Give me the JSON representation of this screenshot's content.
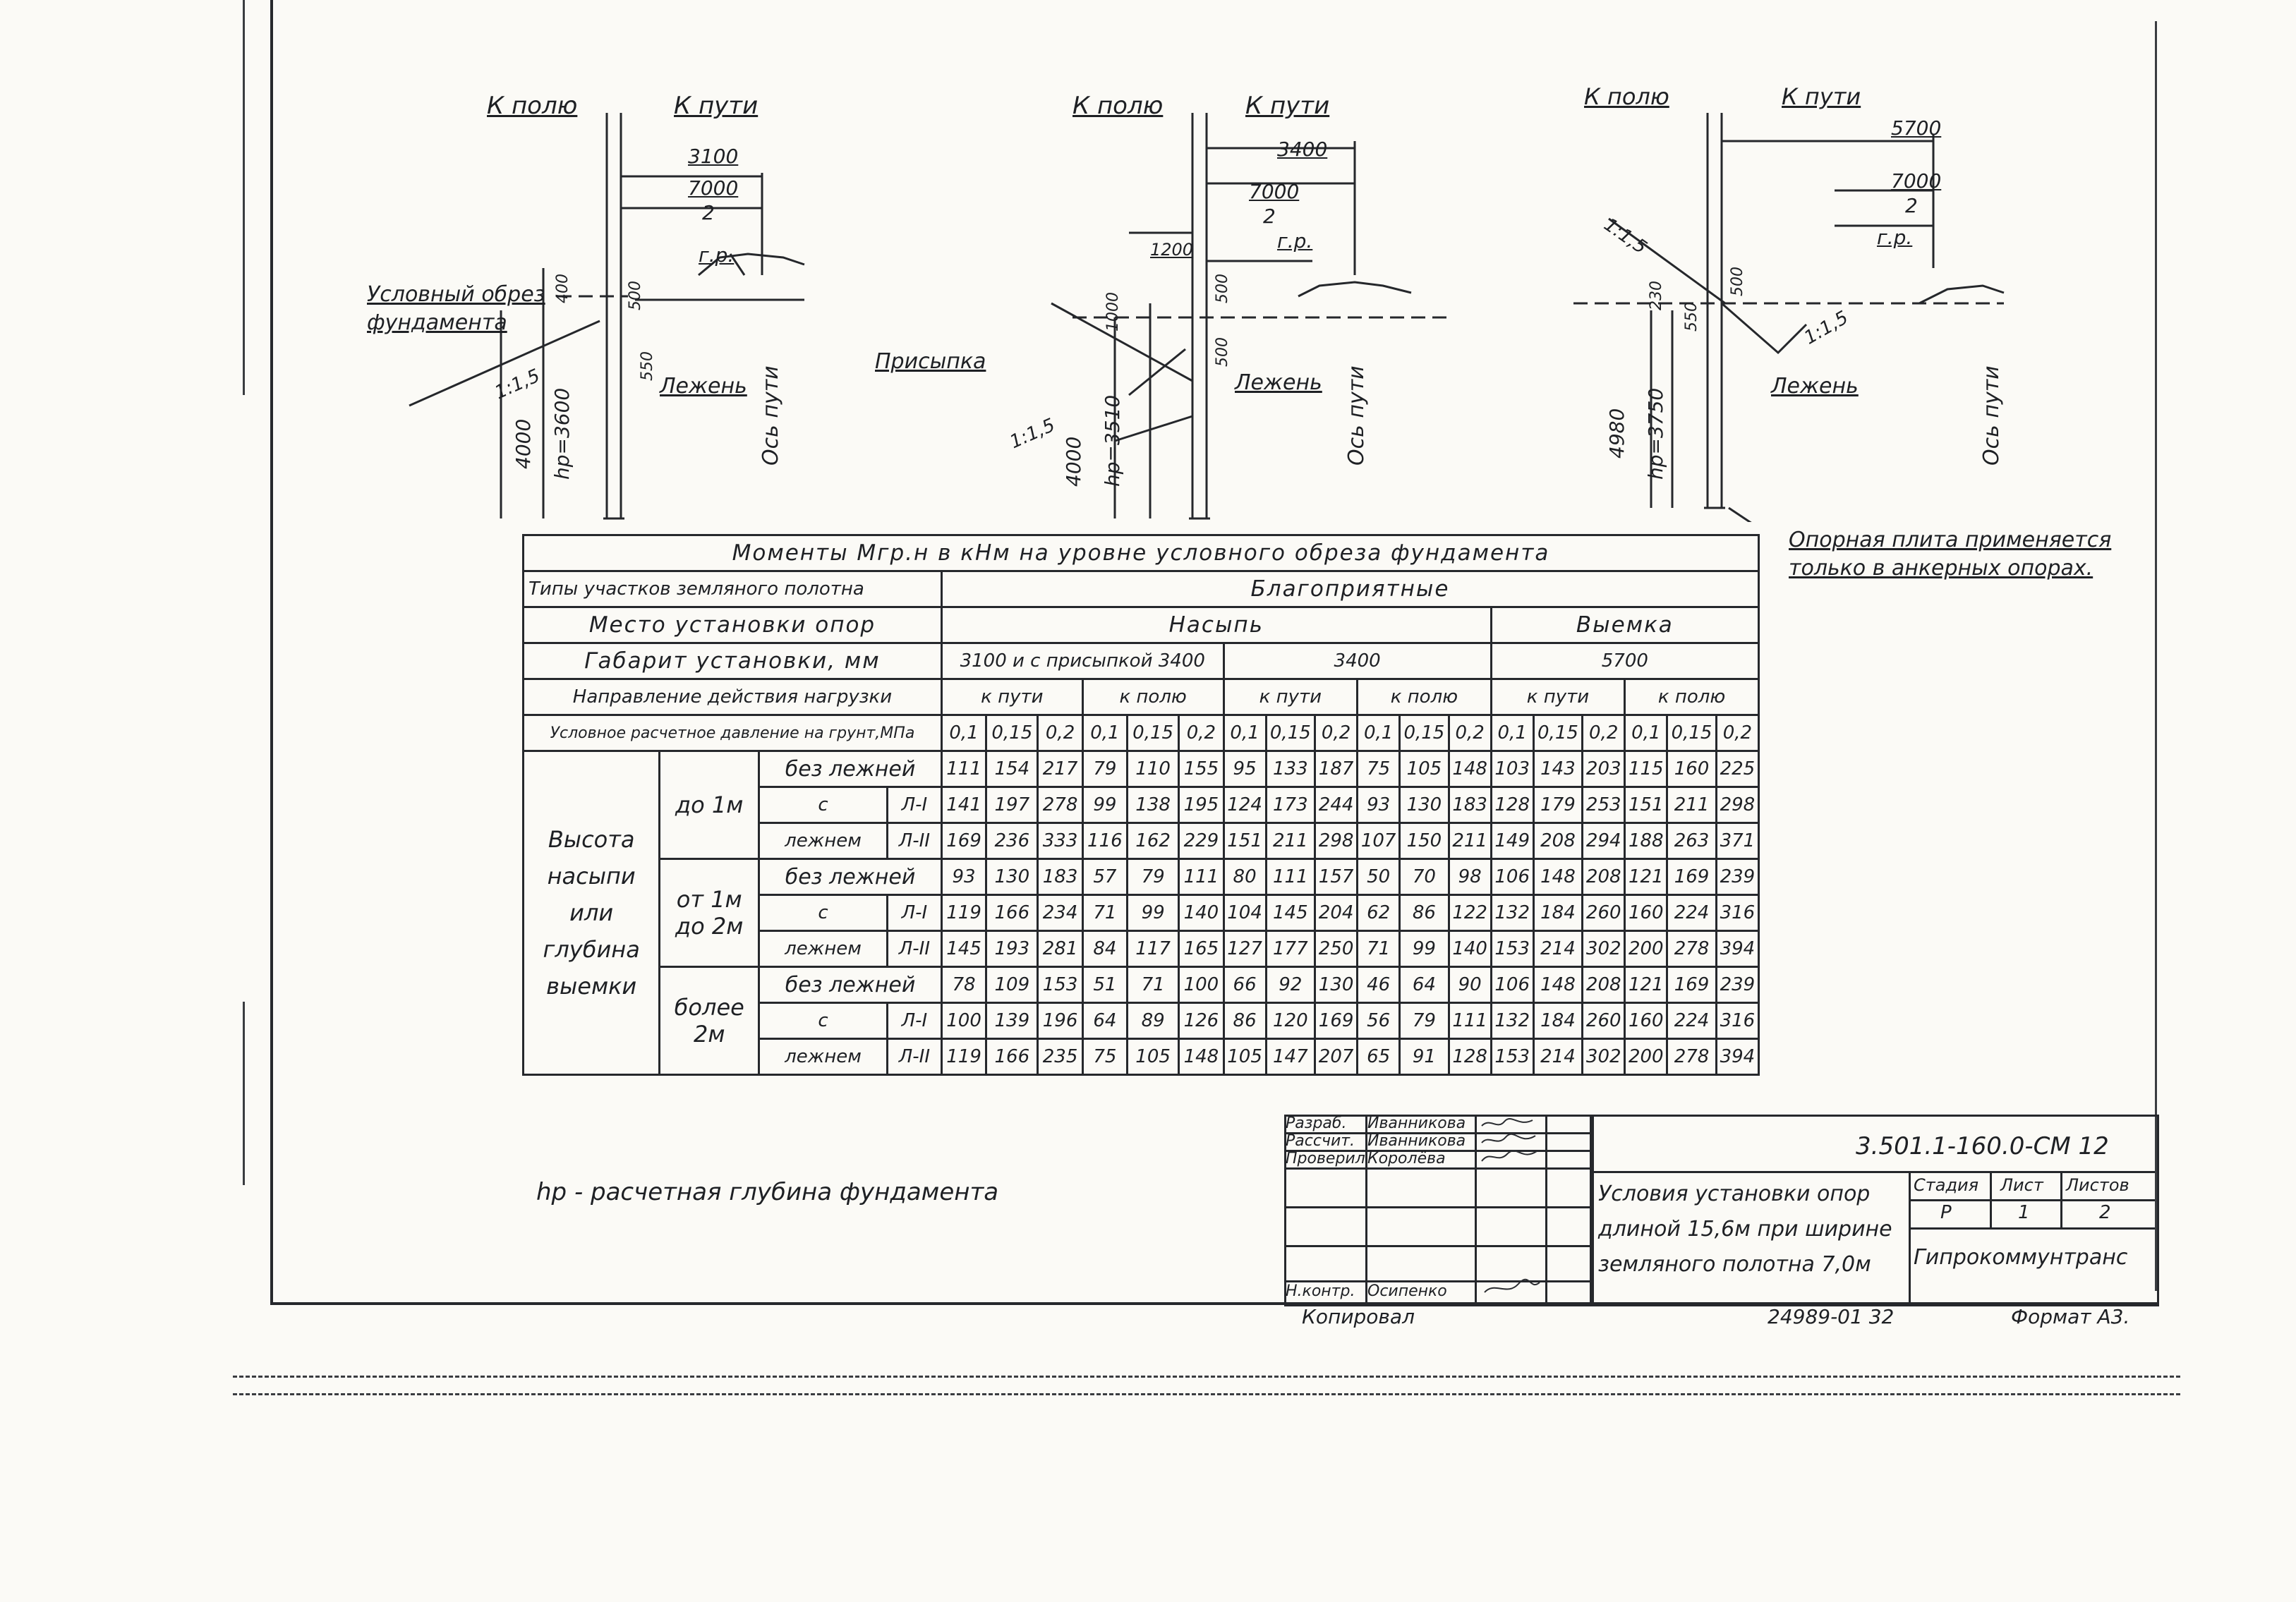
{
  "diagrams": [
    {
      "k_polyu": "К полю",
      "k_puti": "К пути",
      "dim_total": "3100",
      "dim_half_num": "7000",
      "dim_half_den": "2",
      "gr": "г.р.",
      "cond_cut_1": "Условный обрез",
      "cond_cut_2": "фундамента",
      "slope": "1:1,5",
      "lezhen": "Лежень",
      "os_puti": "Ось пути",
      "depth_total": "4000",
      "depth_hr": "hр=3600",
      "d400": "400",
      "d500": "500",
      "d550": "550"
    },
    {
      "k_polyu": "К полю",
      "k_puti": "К пути",
      "dim_total": "3400",
      "dim_half_num": "7000",
      "dim_half_den": "2",
      "gr": "г.р.",
      "dim_1200": "1200",
      "prisypka": "Присыпка",
      "slope": "1:1,5",
      "lezhen": "Лежень",
      "os_puti": "Ось пути",
      "depth_total": "4000",
      "depth_hr": "hр=3510",
      "d500a": "500",
      "d500b": "500",
      "d1000": "1000"
    },
    {
      "k_polyu": "К полю",
      "k_puti": "К пути",
      "dim_total": "5700",
      "dim_half_num": "7000",
      "dim_half_den": "2",
      "gr": "г.р.",
      "slope_left": "1:1,5",
      "slope_right": "1:1,5",
      "lezhen": "Лежень",
      "os_puti": "Ось пути",
      "depth_total": "4980",
      "depth_hr": "hр=3750",
      "d500": "500",
      "d550": "550",
      "d230": "230",
      "note_1": "Опорная плита применяется",
      "note_2": "только в анкерных опорах."
    }
  ],
  "table": {
    "title": "Моменты Mгр.н в кНм на уровне условного обреза фундамента",
    "r_types_label": "Типы участков земляного полотна",
    "r_types_value": "Благоприятные",
    "r_place_label": "Место установки опор",
    "r_place_nasyp": "Насыпь",
    "r_place_vyemka": "Выемка",
    "r_gabarit_label": "Габарит установки, мм",
    "r_gabarit_1": "3100 и с присыпкой 3400",
    "r_gabarit_2": "3400",
    "r_gabarit_3": "5700",
    "r_dir_label": "Направление действия нагрузки",
    "dirs": [
      "к пути",
      "к полю",
      "к пути",
      "к полю",
      "к пути",
      "к полю"
    ],
    "r_press_label": "Условное расчетное давление на грунт,МПа",
    "pressures": [
      "0,1",
      "0,15",
      "0,2",
      "0,1",
      "0,15",
      "0,2",
      "0,1",
      "0,15",
      "0,2",
      "0,1",
      "0,15",
      "0,2",
      "0,1",
      "0,15",
      "0,2",
      "0,1",
      "0,15",
      "0,2"
    ],
    "height_label": [
      "Высота",
      "насыпи",
      "или",
      "глубина",
      "выемки"
    ],
    "groups": [
      {
        "label_1": "до 1м",
        "label_2": "",
        "rows": [
          {
            "c1": "без лежней",
            "c2": "",
            "vals": [
              "111",
              "154",
              "217",
              "79",
              "110",
              "155",
              "95",
              "133",
              "187",
              "75",
              "105",
              "148",
              "103",
              "143",
              "203",
              "115",
              "160",
              "225"
            ]
          },
          {
            "c1": "с",
            "c2": "Л-I",
            "vals": [
              "141",
              "197",
              "278",
              "99",
              "138",
              "195",
              "124",
              "173",
              "244",
              "93",
              "130",
              "183",
              "128",
              "179",
              "253",
              "151",
              "211",
              "298"
            ]
          },
          {
            "c1": "лежнем",
            "c2": "Л-II",
            "vals": [
              "169",
              "236",
              "333",
              "116",
              "162",
              "229",
              "151",
              "211",
              "298",
              "107",
              "150",
              "211",
              "149",
              "208",
              "294",
              "188",
              "263",
              "371"
            ]
          }
        ]
      },
      {
        "label_1": "от 1м",
        "label_2": "до 2м",
        "rows": [
          {
            "c1": "без лежней",
            "c2": "",
            "vals": [
              "93",
              "130",
              "183",
              "57",
              "79",
              "111",
              "80",
              "111",
              "157",
              "50",
              "70",
              "98",
              "106",
              "148",
              "208",
              "121",
              "169",
              "239"
            ]
          },
          {
            "c1": "с",
            "c2": "Л-I",
            "vals": [
              "119",
              "166",
              "234",
              "71",
              "99",
              "140",
              "104",
              "145",
              "204",
              "62",
              "86",
              "122",
              "132",
              "184",
              "260",
              "160",
              "224",
              "316"
            ]
          },
          {
            "c1": "лежнем",
            "c2": "Л-II",
            "vals": [
              "145",
              "193",
              "281",
              "84",
              "117",
              "165",
              "127",
              "177",
              "250",
              "71",
              "99",
              "140",
              "153",
              "214",
              "302",
              "200",
              "278",
              "394"
            ]
          }
        ]
      },
      {
        "label_1": "более",
        "label_2": "2м",
        "rows": [
          {
            "c1": "без лежней",
            "c2": "",
            "vals": [
              "78",
              "109",
              "153",
              "51",
              "71",
              "100",
              "66",
              "92",
              "130",
              "46",
              "64",
              "90",
              "106",
              "148",
              "208",
              "121",
              "169",
              "239"
            ]
          },
          {
            "c1": "с",
            "c2": "Л-I",
            "vals": [
              "100",
              "139",
              "196",
              "64",
              "89",
              "126",
              "86",
              "120",
              "169",
              "56",
              "79",
              "111",
              "132",
              "184",
              "260",
              "160",
              "224",
              "316"
            ]
          },
          {
            "c1": "лежнем",
            "c2": "Л-II",
            "vals": [
              "119",
              "166",
              "235",
              "75",
              "105",
              "148",
              "105",
              "147",
              "207",
              "65",
              "91",
              "128",
              "153",
              "214",
              "302",
              "200",
              "278",
              "394"
            ]
          }
        ]
      }
    ]
  },
  "footnote": "hр - расчетная глубина фундамента",
  "stamp": {
    "doc_code": "3.501.1-160.0-СМ 12",
    "razrab_label": "Разраб.",
    "razrab_name": "Иванникова",
    "rasschit_label": "Рассчит.",
    "rasschit_name": "Иванникова",
    "proveril_label": "Проверил",
    "proveril_name": "Королёва",
    "nkontr_label": "Н.контр.",
    "nkontr_name": "Осипенко",
    "title_1": "Условия установки опор",
    "title_2": "длиной 15,6м при ширине",
    "title_3": "земляного полотна 7,0м",
    "stadia_label": "Стадия",
    "list_label": "Лист",
    "listov_label": "Листов",
    "stadia": "Р",
    "list": "1",
    "listov": "2",
    "org": "Гипрокоммунтранс",
    "copier": "Копировал",
    "inv": "24989-01 32",
    "format": "Формат А3."
  }
}
